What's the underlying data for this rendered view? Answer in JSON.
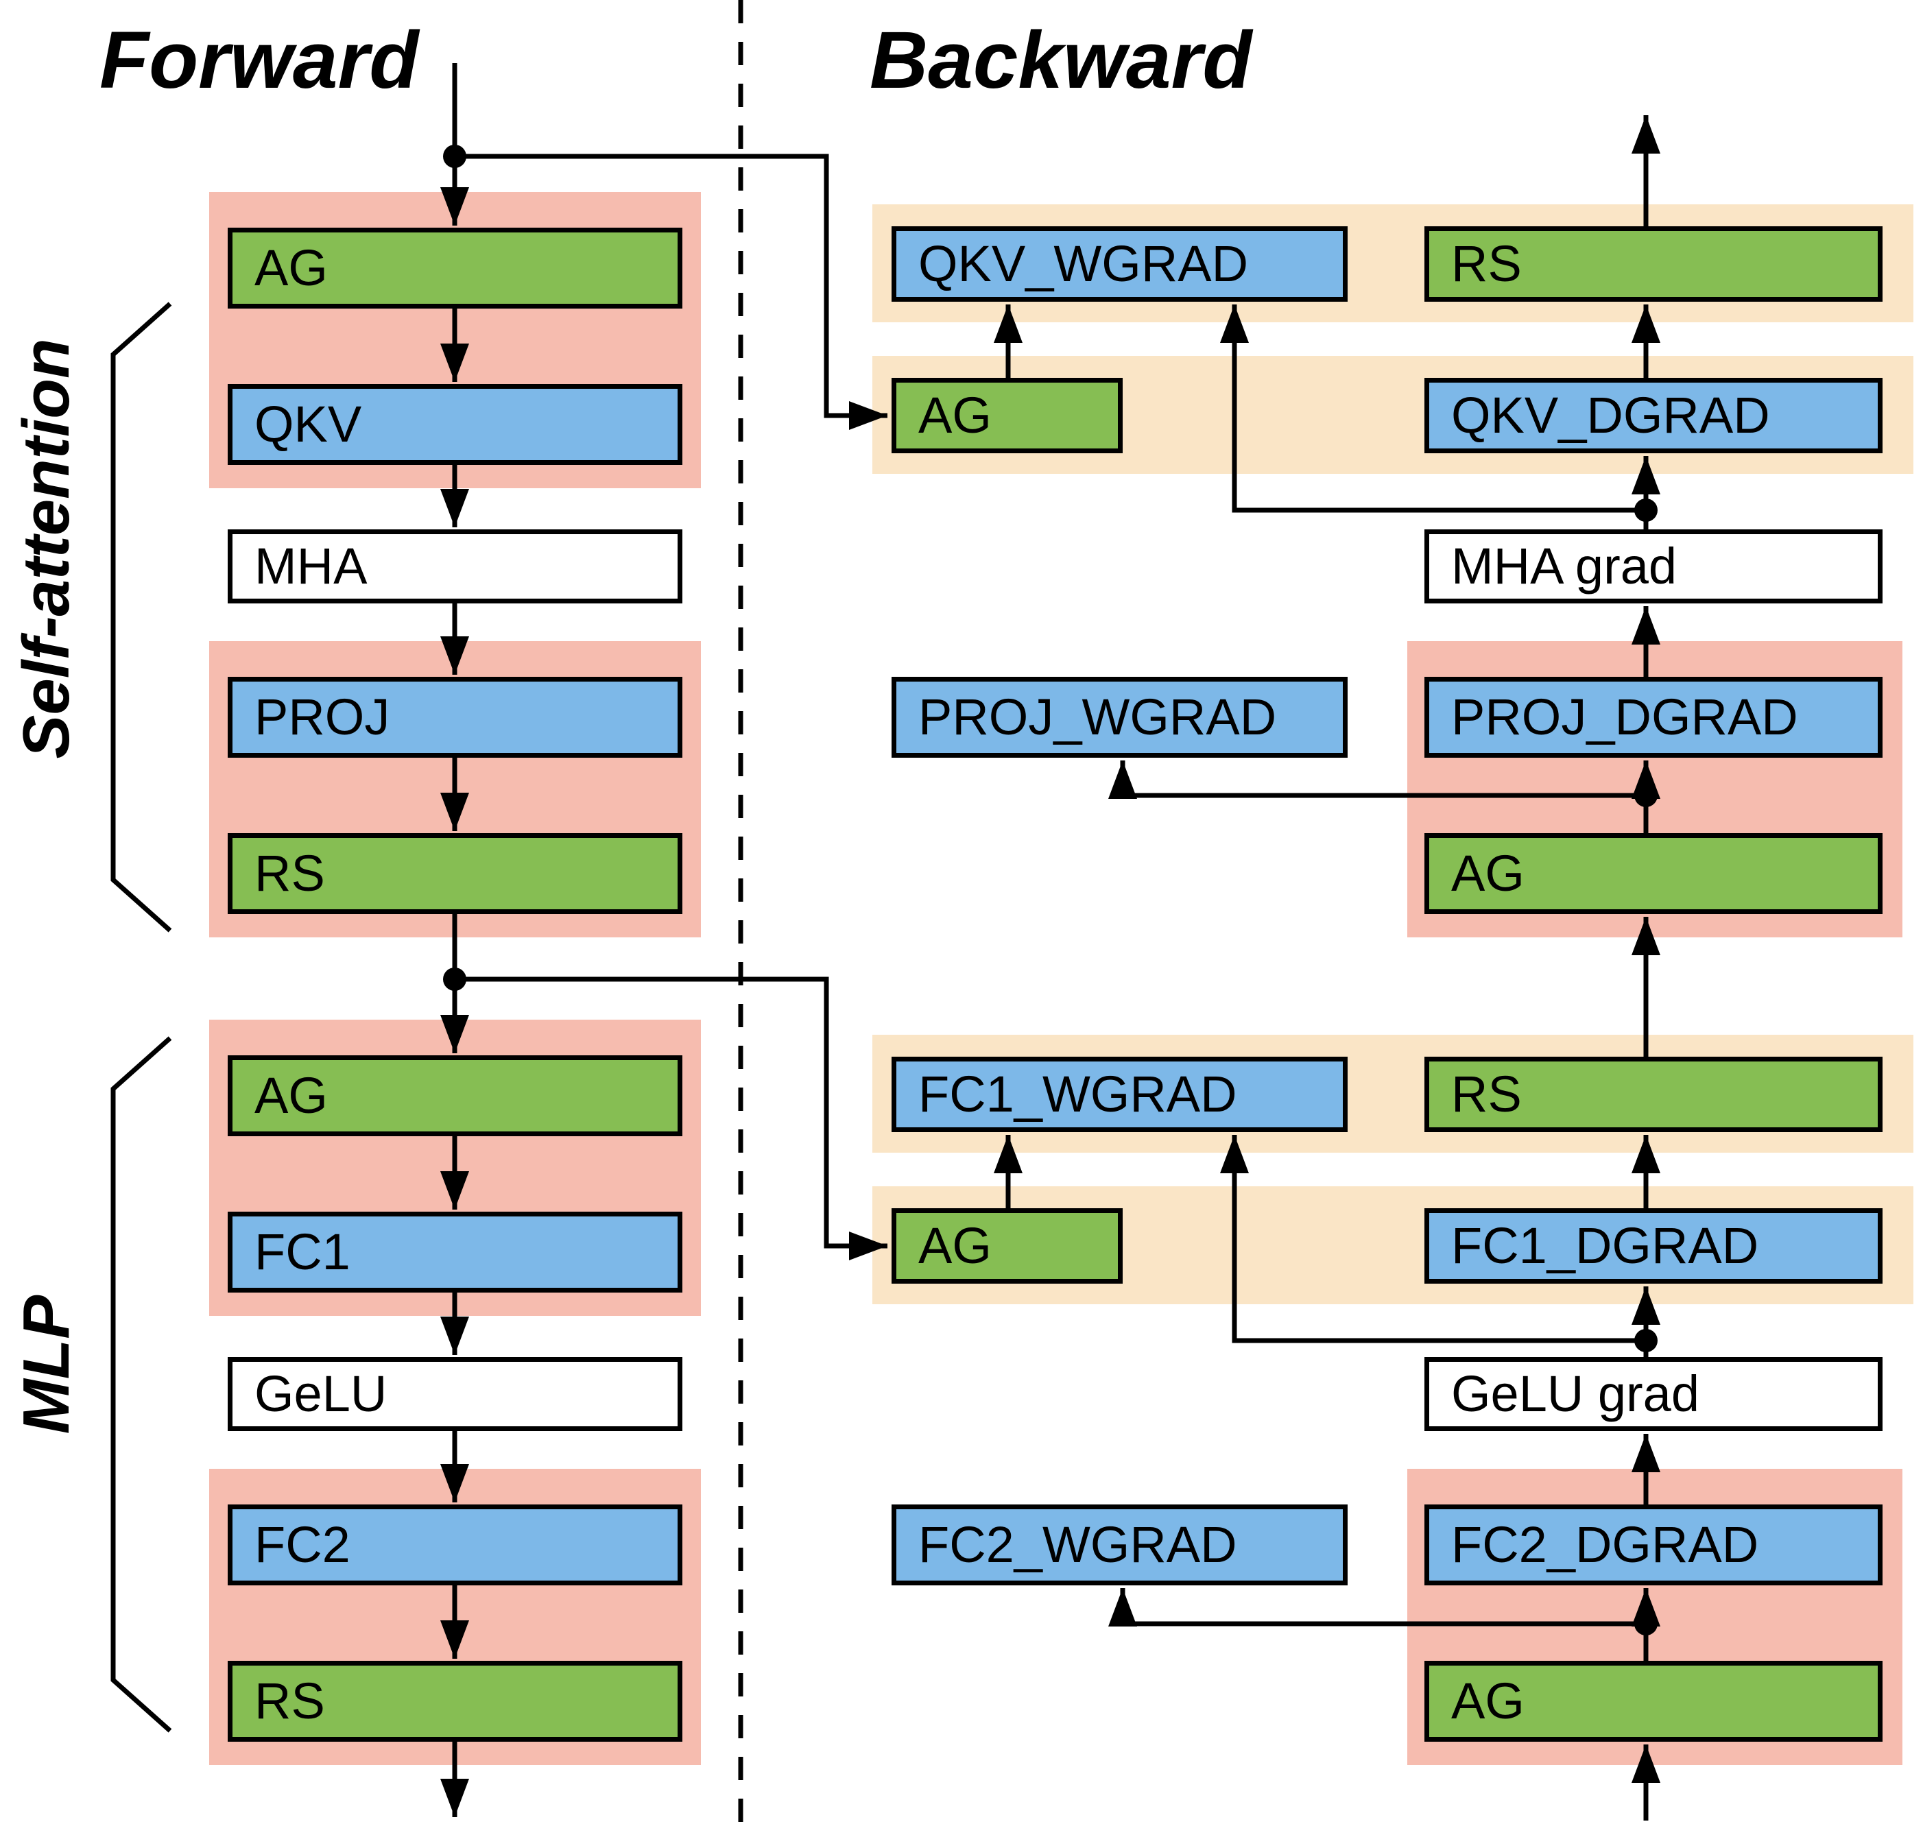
{
  "titles": {
    "forward": "Forward",
    "backward": "Backward"
  },
  "side_labels": {
    "self_attention": "Self-attention",
    "mlp": "MLP"
  },
  "colors": {
    "communication_op_green": "#86BE53",
    "gemm_op_blue": "#7DB8E8",
    "comm_region_pink": "#F6BCAF",
    "overlap_region_orange": "#FAE5C6",
    "line_black": "#000000",
    "plain_op_white": "#FFFFFF"
  },
  "forward": {
    "self_attention": {
      "ag": "AG",
      "qkv": "QKV",
      "mha": "MHA",
      "proj": "PROJ",
      "rs": "RS"
    },
    "mlp": {
      "ag": "AG",
      "fc1": "FC1",
      "gelu": "GeLU",
      "fc2": "FC2",
      "rs": "RS"
    }
  },
  "backward": {
    "self_attention": {
      "qkv_wgrad": "QKV_WGRAD",
      "rs": "RS",
      "ag": "AG",
      "qkv_dgrad": "QKV_DGRAD",
      "mha_grad": "MHA grad",
      "proj_wgrad": "PROJ_WGRAD",
      "proj_dgrad": "PROJ_DGRAD",
      "ag2": "AG"
    },
    "mlp": {
      "fc1_wgrad": "FC1_WGRAD",
      "rs": "RS",
      "ag": "AG",
      "fc1_dgrad": "FC1_DGRAD",
      "gelu_grad": "GeLU grad",
      "fc2_wgrad": "FC2_WGRAD",
      "fc2_dgrad": "FC2_DGRAD",
      "ag2": "AG"
    }
  }
}
